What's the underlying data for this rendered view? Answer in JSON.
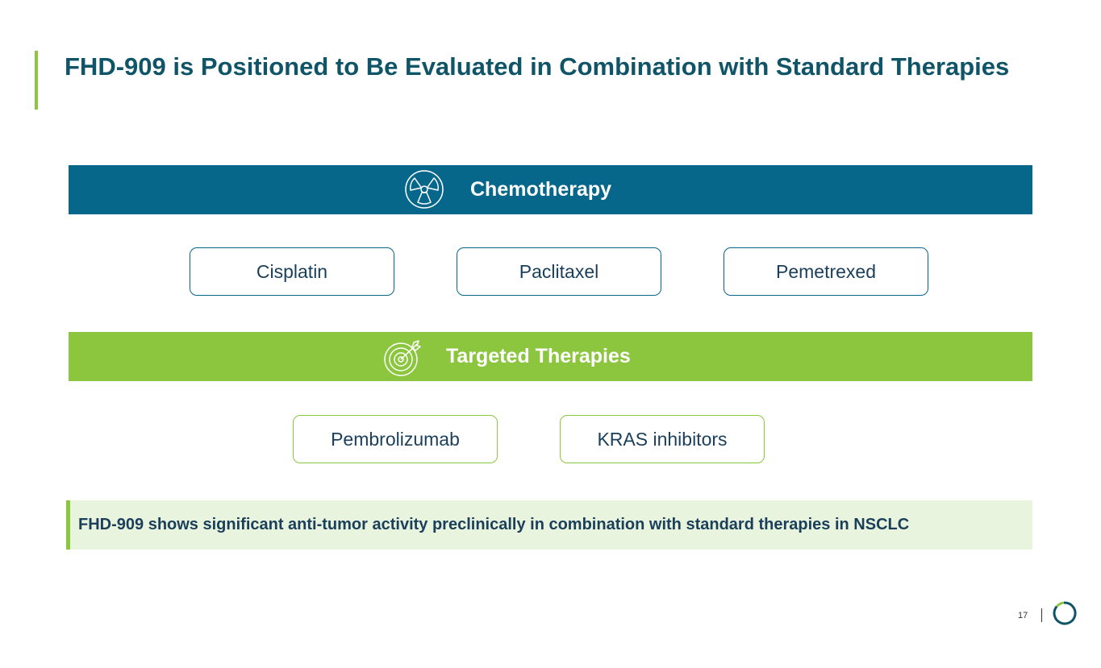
{
  "slide": {
    "title": "FHD-909 is Positioned to Be Evaluated in Combination with Standard Therapies",
    "page_number": "17"
  },
  "chemotherapy": {
    "heading": "Chemotherapy",
    "icon": "radiation-icon",
    "color": "#06678b",
    "drugs": [
      "Cisplatin",
      "Paclitaxel",
      "Pemetrexed"
    ]
  },
  "targeted": {
    "heading": "Targeted Therapies",
    "icon": "target-icon",
    "color": "#8cc63f",
    "drugs": [
      "Pembrolizumab",
      "KRAS inhibitors"
    ]
  },
  "callout": {
    "text": "FHD-909 shows significant anti-tumor activity preclinically in combination with standard therapies in NSCLC"
  },
  "colors": {
    "title": "#0f5467",
    "accent_green": "#8cc63f",
    "callout_bg": "#e8f4dd"
  }
}
